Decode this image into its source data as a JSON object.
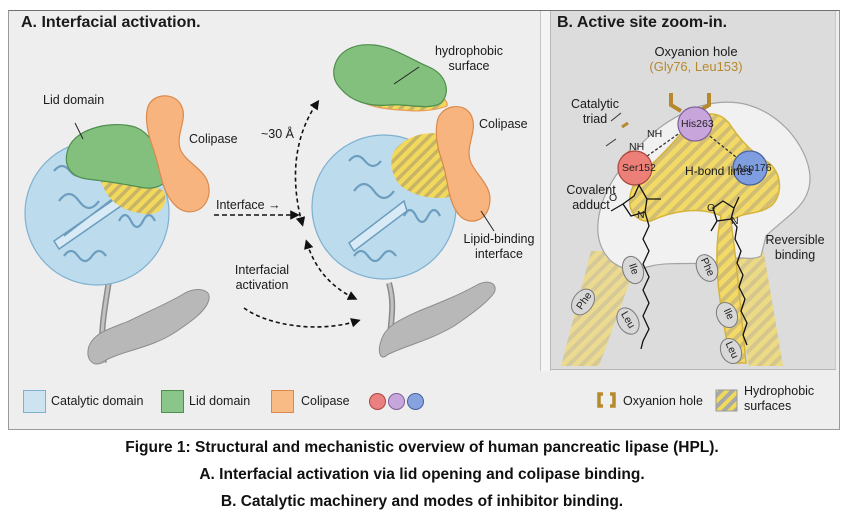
{
  "panel_a": {
    "title": "A. Interfacial activation.",
    "labels": {
      "lid_domain": "Lid domain",
      "colipase_left": "Colipase",
      "distance": "~30 Å",
      "hydrophobic_surface_line1": "hydrophobic",
      "hydrophobic_surface_line2": "surface",
      "colipase_right": "Colipase",
      "interface": "Interface →",
      "interfacial_activation_line1": "Interfacial",
      "interfacial_activation_line2": "activation",
      "lipid_binding_line1": "Lipid-binding",
      "lipid_binding_line2": "interface"
    }
  },
  "panel_b": {
    "title": "B. Active site zoom-in.",
    "oxyanion_hole_title": "Oxyanion hole",
    "oxyanion_hole_residues": "(Gly76, Leu153)",
    "catalytic_triad_line1": "Catalytic",
    "catalytic_triad_line2": "triad",
    "nh_1": "NH",
    "nh_2": "NH",
    "residues": {
      "ser": "Ser152",
      "his": "His263",
      "asp": "Asp176"
    },
    "hbond_lines": "H-bond lines",
    "covalent_adduct_line1": "Covalent",
    "covalent_adduct_line2": "adduct",
    "reversible_binding_line1": "Reversible",
    "reversible_binding_line2": "binding",
    "atoms": {
      "o": "O",
      "n": "N"
    },
    "pocket_residues_left": [
      "Phe",
      "Ile",
      "Leu"
    ],
    "pocket_residues_right": [
      "Phe",
      "Ile",
      "Leu"
    ]
  },
  "legend": {
    "items": [
      {
        "label": "Catalytic domain",
        "color": "#cde3f0"
      },
      {
        "label": "Lid domain",
        "color": "#8ac68a"
      },
      {
        "label": "Colipase",
        "color": "#f9bb86"
      }
    ],
    "residue_dots": [
      "#ea8080",
      "#c7a6dc",
      "#86a3e0"
    ],
    "oxyanion_hole": "Oxyanion hole",
    "hydrophobic_line1": "Hydrophobic",
    "hydrophobic_line2": "surfaces"
  },
  "colors": {
    "catalytic": "#bcdcee",
    "lid": "#83c07e",
    "colipase": "#f8b47f",
    "hydrophobic_yellow": "#f1d75a",
    "oxyanion_gold": "#b68a2c",
    "ser": "#ec8078",
    "his": "#c8a6dc",
    "asp": "#7f9ee0"
  },
  "caption": {
    "line1": "Figure 1: Structural and mechanistic overview of human pancreatic lipase (HPL).",
    "line2": "A. Interfacial activation via lid opening and colipase binding.",
    "line3": "B. Catalytic machinery and modes of inhibitor binding."
  }
}
